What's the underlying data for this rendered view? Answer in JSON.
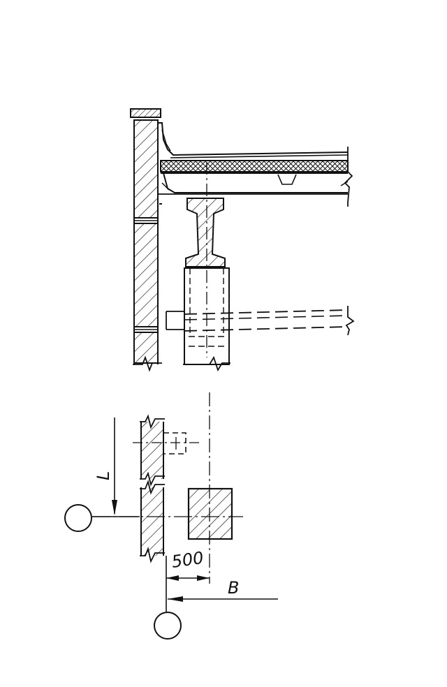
{
  "figure": {
    "ink_color": "#111111",
    "background": "#ffffff",
    "plan_labels": {
      "gap_dimension": "500",
      "axis_l": "L",
      "axis_b": "B"
    }
  }
}
